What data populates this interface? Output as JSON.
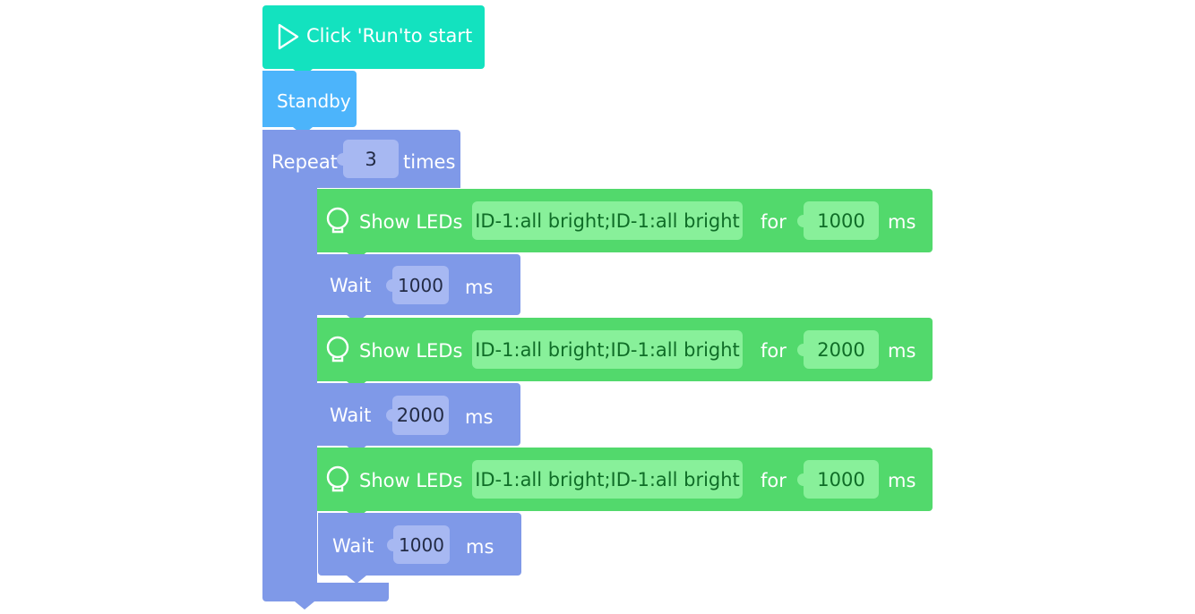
{
  "colors": {
    "start": "#13e2bf",
    "standby": "#4cb4fb",
    "control": "#7f99e8",
    "control_slot": "#a7b8f2",
    "led": "#52d96c",
    "led_slot": "#88f09a",
    "text": "#ffffff",
    "slot_text_dark": "#232b45",
    "slot_text_green": "#0f6d27"
  },
  "start_block": {
    "label": "Click 'Run'to start",
    "icon": "play-icon"
  },
  "standby_block": {
    "label": "Standby"
  },
  "repeat_block": {
    "label": "Repeat",
    "count": "3",
    "suffix": "times"
  },
  "steps": [
    {
      "type": "show-leds",
      "icon": "lightbulb-icon",
      "label": "Show LEDs",
      "pattern": "ID-1:all bright;ID-1:all bright",
      "for_label": "for",
      "duration": "1000",
      "unit": "ms"
    },
    {
      "type": "wait",
      "label": "Wait",
      "duration": "1000",
      "unit": "ms"
    },
    {
      "type": "show-leds",
      "icon": "lightbulb-icon",
      "label": "Show LEDs",
      "pattern": "ID-1:all bright;ID-1:all bright",
      "for_label": "for",
      "duration": "2000",
      "unit": "ms"
    },
    {
      "type": "wait",
      "label": "Wait",
      "duration": "2000",
      "unit": "ms"
    },
    {
      "type": "show-leds",
      "icon": "lightbulb-icon",
      "label": "Show LEDs",
      "pattern": "ID-1:all bright;ID-1:all bright",
      "for_label": "for",
      "duration": "1000",
      "unit": "ms"
    },
    {
      "type": "wait",
      "label": "Wait",
      "duration": "1000",
      "unit": "ms"
    }
  ]
}
